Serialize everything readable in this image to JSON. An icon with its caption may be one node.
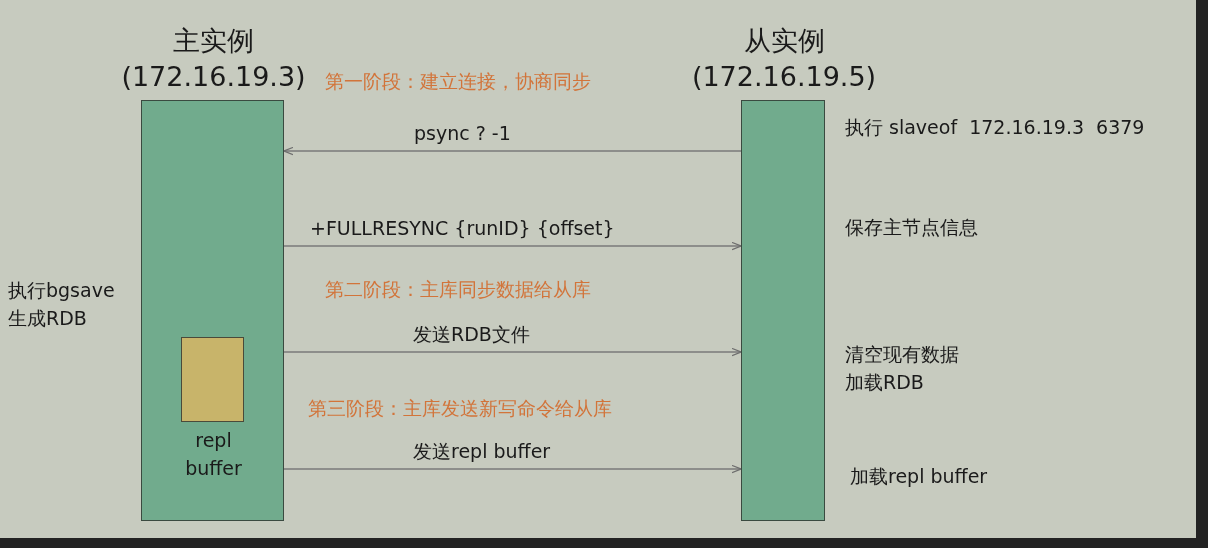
{
  "diagram": {
    "nodes": [
      {
        "text": [
          "主实例 (172.16.19.3)"
        ]
      },
      {
        "text": [],
        "shape": "box",
        "in": 0,
        "beside": [
          "repl buffer"
        ]
      },
      {
        "text": [
          "从实例 (172.16.19.5)"
        ]
      }
    ],
    "edges": [
      {
        "from": 2,
        "to": 0,
        "arrow": "to",
        "label": "psync ? -1"
      },
      {
        "from": 0,
        "to": 2,
        "arrow": "to",
        "label": "+FULLRESYNC {runID} {offset}"
      },
      {
        "from": 0,
        "to": 2,
        "arrow": "to",
        "label": "发送RDB文件"
      },
      {
        "from": 0,
        "to": 2,
        "arrow": "to",
        "label": "发送repl buffer"
      }
    ],
    "labels": [
      "第一阶段：建立连接，协商同步",
      "执行 slaveof  172.16.19.3  6379",
      "保存主节点信息",
      "第二阶段：主库同步数据给从库",
      "执行bgsave 生成RDB",
      "清空现有数据加载RDB",
      "第三阶段：主库发送新写命令给从库",
      "加载repl buffer"
    ]
  }
}
